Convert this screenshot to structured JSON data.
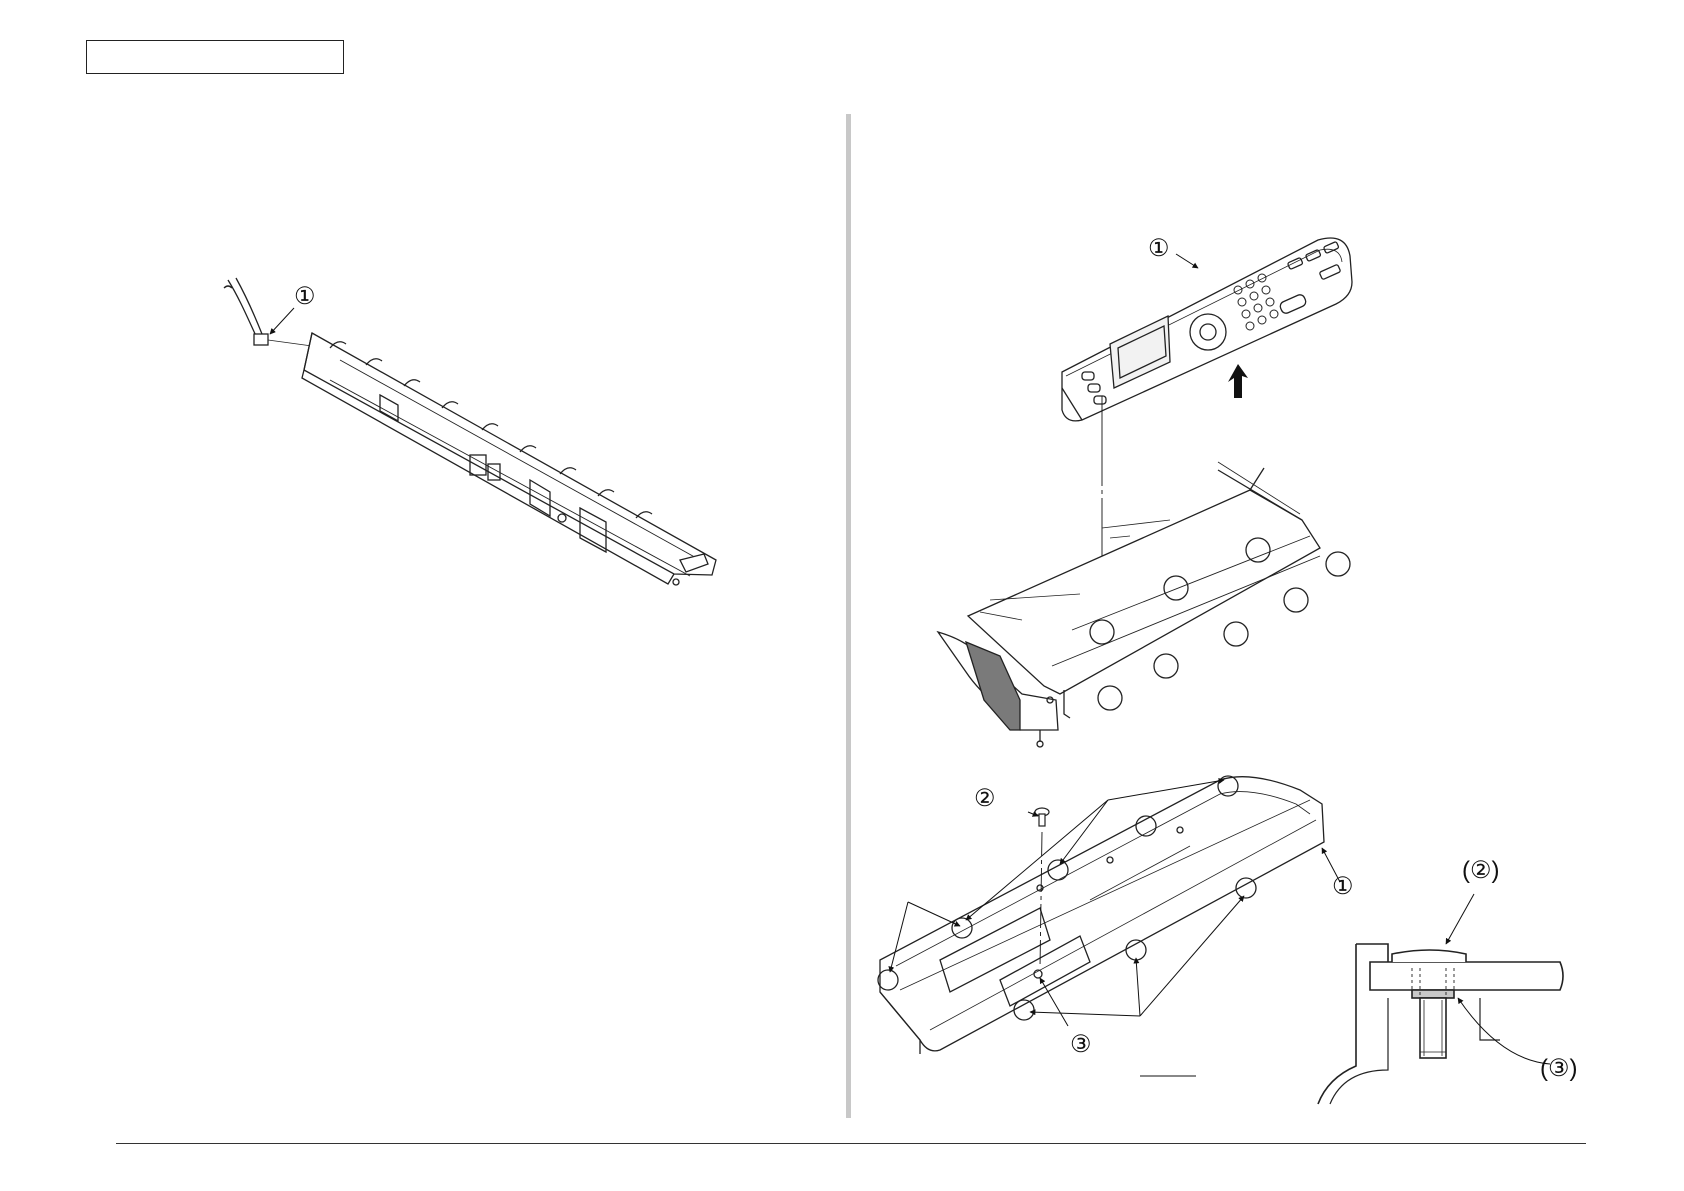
{
  "labels": {
    "left_part1": "①",
    "top_panel1": "①",
    "screw2": "②",
    "hook3": "③",
    "frame1": "①",
    "detail2": "(②)",
    "detail3": "(③)"
  }
}
